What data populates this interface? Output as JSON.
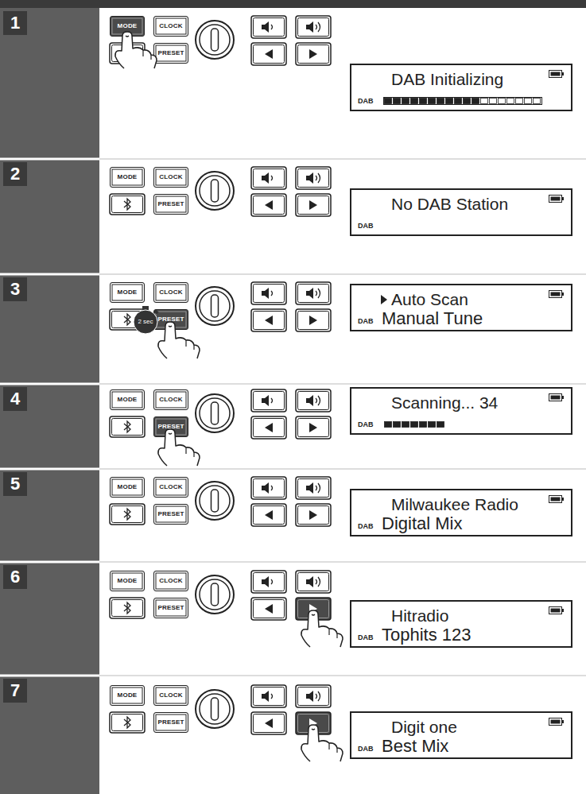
{
  "diagram": {
    "nodes": [
      {
        "text": [
          "1"
        ]
      },
      {
        "text": [
          "MODE"
        ]
      },
      {
        "text": [
          "CLOCK"
        ]
      },
      {
        "text": [
          "PRESET"
        ]
      },
      {
        "text": [
          "DAB Initializing",
          "DAB"
        ]
      },
      {
        "text": [
          "2"
        ]
      },
      {
        "text": [
          "MODE"
        ]
      },
      {
        "text": [
          "CLOCK"
        ]
      },
      {
        "text": [
          "PRESET"
        ]
      },
      {
        "text": [
          "No DAB Station",
          "DAB"
        ]
      },
      {
        "text": [
          "3"
        ]
      },
      {
        "text": [
          "MODE"
        ]
      },
      {
        "text": [
          "CLOCK"
        ]
      },
      {
        "text": [
          "PRESET"
        ]
      },
      {
        "text": [
          "Auto Scan",
          "DAB",
          "Manual Tune"
        ]
      },
      {
        "text": [
          "4"
        ]
      },
      {
        "text": [
          "MODE"
        ]
      },
      {
        "text": [
          "CLOCK"
        ]
      },
      {
        "text": [
          "PRESET"
        ]
      },
      {
        "text": [
          "Scanning... 34",
          "DAB"
        ]
      },
      {
        "text": [
          "5"
        ]
      },
      {
        "text": [
          "MODE"
        ]
      },
      {
        "text": [
          "CLOCK"
        ]
      },
      {
        "text": [
          "PRESET"
        ]
      },
      {
        "text": [
          "Milwaukee Radio",
          "DAB",
          "Digital Mix"
        ]
      },
      {
        "text": [
          "6"
        ]
      },
      {
        "text": [
          "MODE"
        ]
      },
      {
        "text": [
          "CLOCK"
        ]
      },
      {
        "text": [
          "PRESET"
        ]
      },
      {
        "text": [
          "Hitradio",
          "DAB",
          "Tophits 123"
        ]
      },
      {
        "text": [
          "7"
        ]
      },
      {
        "text": [
          "MODE"
        ]
      },
      {
        "text": [
          "CLOCK"
        ]
      },
      {
        "text": [
          "PRESET"
        ]
      },
      {
        "text": [
          "Digit one",
          "DAB",
          "Best Mix"
        ]
      }
    ],
    "labels": [
      "2 sec"
    ]
  }
}
